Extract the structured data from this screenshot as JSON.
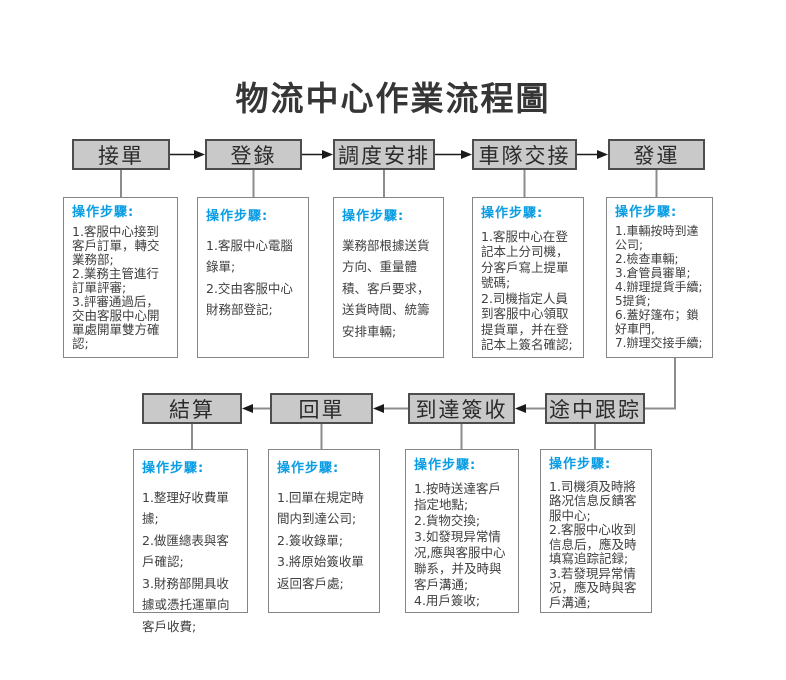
{
  "title": "物流中心作業流程圖",
  "steps_header_label": "操作步驟:",
  "colors": {
    "box_fill": "#c9c9c9",
    "box_border": "#4d4d4d",
    "detail_border": "#858585",
    "steps_header_blue": "#0a9de4",
    "arrow_black": "#1a1a1a",
    "connector_gray": "#8c8c8c"
  },
  "flow_top": [
    {
      "label": "接單",
      "steps": [
        "1.客服中心接到客戶訂單，轉交業務部;",
        "2.業務主管進行訂單評審;",
        "3.評審通過后，交由客服中心開單處開單雙方確認;"
      ]
    },
    {
      "label": "登錄",
      "steps": [
        "1.客服中心電腦錄單;",
        "2.交由客服中心財務部登記;"
      ]
    },
    {
      "label": "調度安排",
      "steps": [
        "業務部根據送貨方向、重量體積、客戶要求，送貨時間、統籌安排車輛;"
      ]
    },
    {
      "label": "車隊交接",
      "steps": [
        "1.客服中心在登記本上分司機，分客戶寫上提單號碼;",
        "2.司機指定人員到客服中心領取提貨單，并在登記本上簽名確認;"
      ]
    },
    {
      "label": "發運",
      "steps": [
        "1.車輛按時到達公司;",
        "2.檢查車輛;",
        "3.倉管員審單;",
        "4.辦理提貨手續;",
        "5提貨;",
        "6.蓋好篷布；鎖好車門,",
        "7.辦理交接手續;"
      ]
    }
  ],
  "flow_bottom": [
    {
      "label": "結算",
      "steps": [
        "1.整理好收費單據;",
        "2.做匯總表與客戶確認;",
        "3.財務部開具收據或憑托運單向客戶收費;"
      ]
    },
    {
      "label": "回單",
      "steps": [
        "1.回單在規定時間内到達公司;",
        "2.簽收錄單;",
        "3.將原始簽收單返回客戶處;"
      ]
    },
    {
      "label": "到達簽收",
      "steps": [
        "1.按時送達客戶指定地點;",
        "2.貨物交換;",
        "3.如發現异常情况,應與客服中心聯系，并及時與客戶溝通;",
        "4.用戶簽收;"
      ]
    },
    {
      "label": "途中跟踪",
      "steps": [
        "1.司機須及時將路况信息反饋客服中心;",
        "2.客服中心收到信息后，應及時填寫追踪記録;",
        "3.若發現异常情况，應及時與客戶溝通;"
      ]
    }
  ]
}
